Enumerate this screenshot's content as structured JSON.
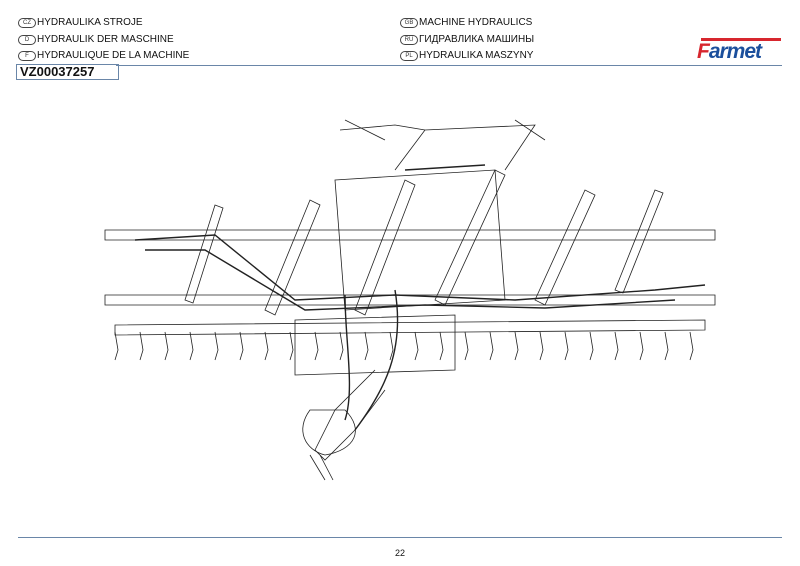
{
  "titles": [
    {
      "lang": "CZ",
      "text": "HYDRAULIKA STROJE"
    },
    {
      "lang": "D",
      "text": "HYDRAULIK DER MASCHINE"
    },
    {
      "lang": "F",
      "text": "HYDRAULIQUE DE LA MACHINE"
    },
    {
      "lang": "GB",
      "text": "MACHINE HYDRAULICS"
    },
    {
      "lang": "RU",
      "text": "ГИДРАВЛИКА МАШИНЫ"
    },
    {
      "lang": "PL",
      "text": "HYDRAULIKA MASZYNY"
    }
  ],
  "part_code": "VZ00037257",
  "logo": {
    "text": "Farmet",
    "colors": {
      "red": "#d7262e",
      "blue": "#1b4f9c"
    }
  },
  "page_number": "22"
}
